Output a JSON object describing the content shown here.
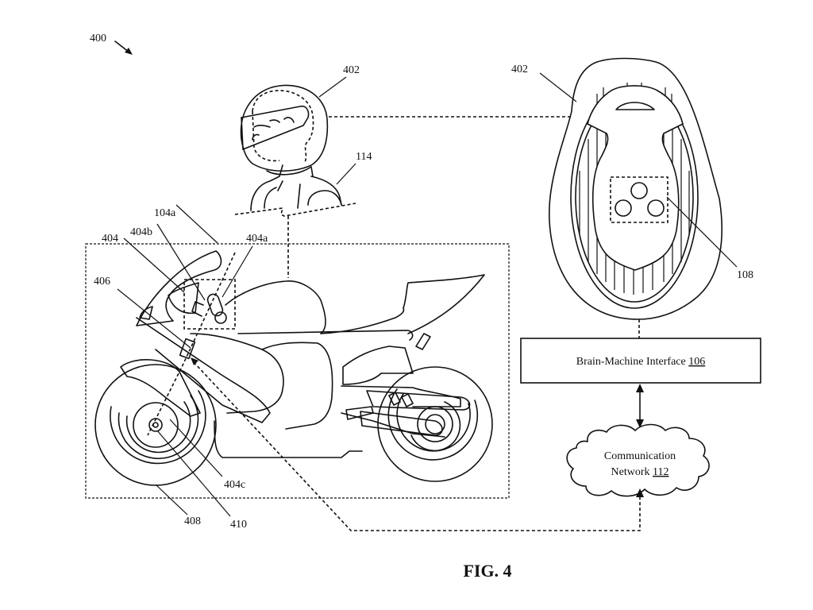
{
  "figure": {
    "title": "FIG. 4",
    "figure_ref": "400"
  },
  "labels": {
    "helmet_side": "402",
    "helmet_top": "402",
    "rider": "114",
    "bike_system": "104a",
    "sensor_group": "404",
    "sensor_404a": "404a",
    "sensor_404b": "404b",
    "sensor_404c": "404c",
    "controller": "406",
    "front_wheel": "408",
    "wheel_hub": "410",
    "bci_sensors": "108"
  },
  "blocks": {
    "bmi": {
      "text": "Brain-Machine Interface ",
      "ref": "106"
    },
    "network": {
      "line1": "Communication",
      "line2_text": "Network ",
      "ref": "112"
    }
  },
  "colors": {
    "ink": "#111111",
    "paper": "#ffffff"
  }
}
